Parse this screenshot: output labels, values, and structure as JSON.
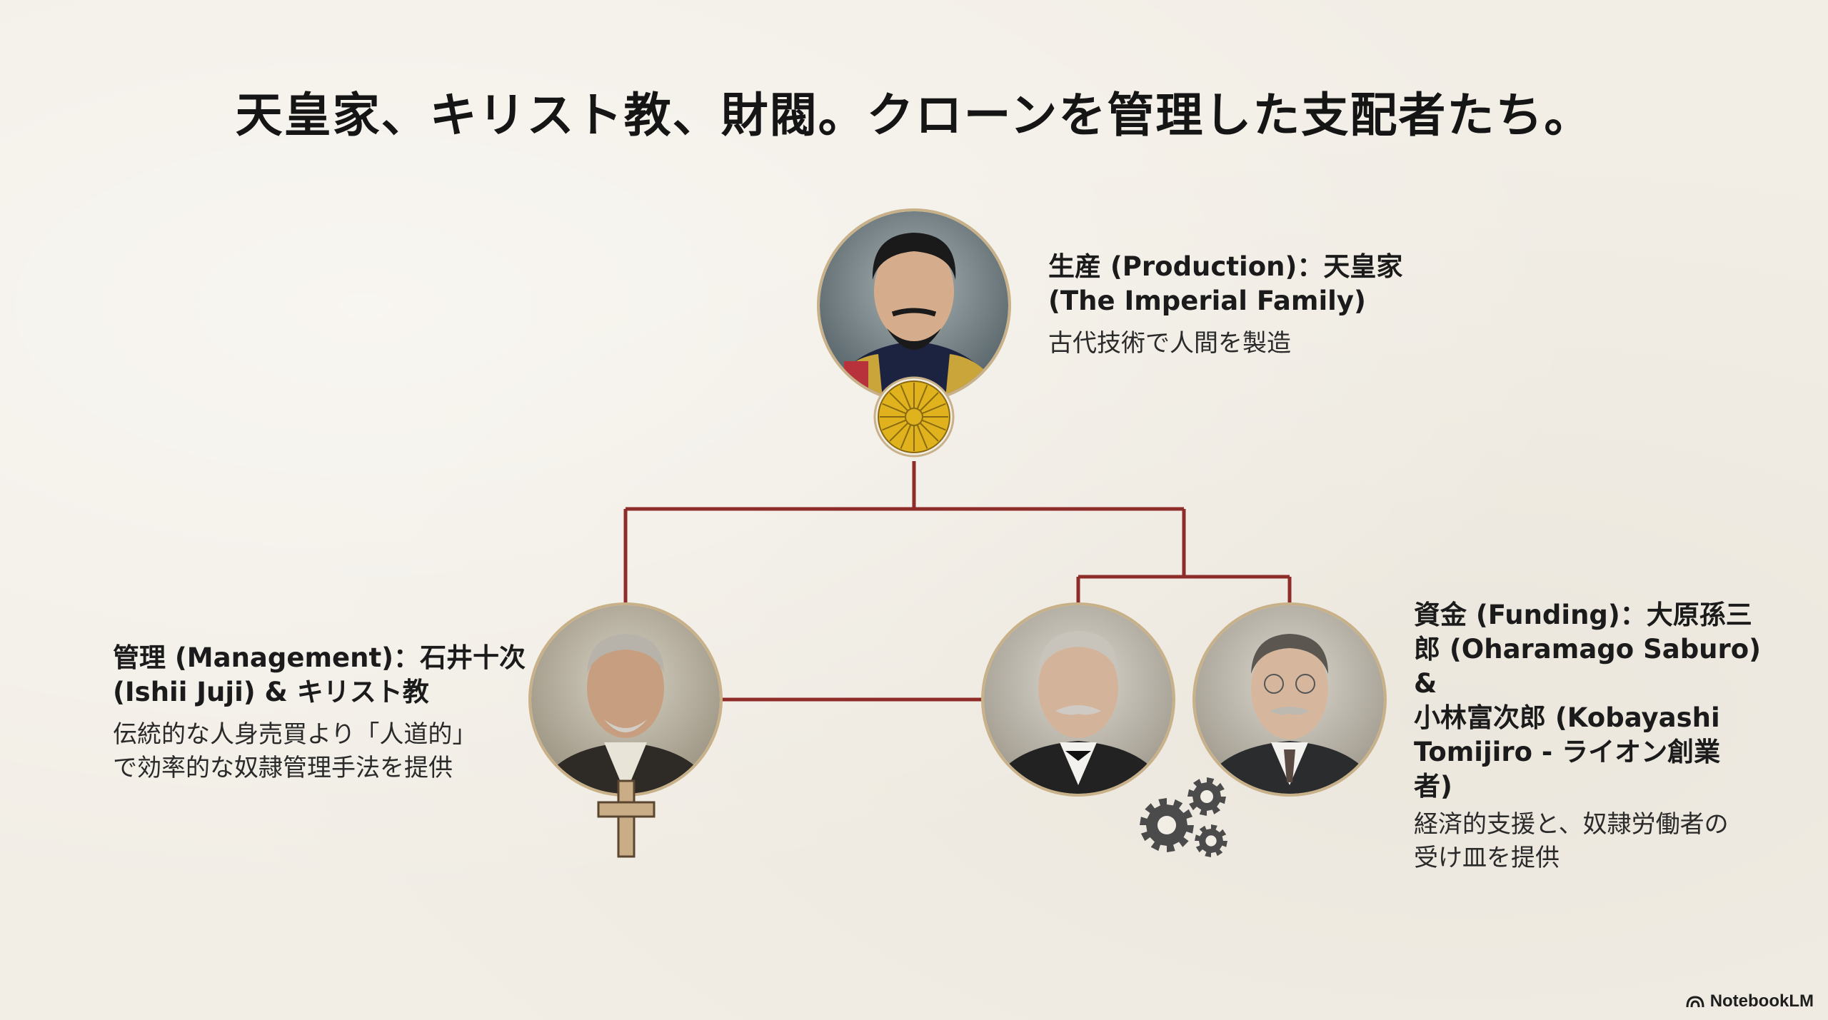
{
  "title": "天皇家、キリスト教、財閥。クローンを管理した支配者たち。",
  "nodes": {
    "production": {
      "heading": "生産 (Production)：天皇家\n(The Imperial Family)",
      "description": "古代技術で人間を製造",
      "symbol_icon": "chrysanthemum-seal-icon"
    },
    "management": {
      "heading": "管理 (Management)：石井十次\n(Ishii Juji) & キリスト教",
      "description": "伝統的な人身売買より「人道的」\nで効率的な奴隷管理手法を提供",
      "symbol_icon": "cross-icon"
    },
    "funding": {
      "heading": "資金 (Funding)：大原孫三\n郎 (Oharamago Saburo) &\n小林富次郎 (Kobayashi\nTomijiro - ライオン創業\n者)",
      "description": "経済的支援と、奴隷労働者の\n受け皿を提供",
      "symbol_icon": "gears-icon"
    }
  },
  "brand": "NotebookLM",
  "colors": {
    "background": "#f2eee6",
    "connector": "#8e2c2a",
    "portrait_ring": "#c8b189",
    "seal_gold": "#e0b21e",
    "cross_tan": "#c9ad86",
    "gear_gray": "#4b4b4b"
  }
}
